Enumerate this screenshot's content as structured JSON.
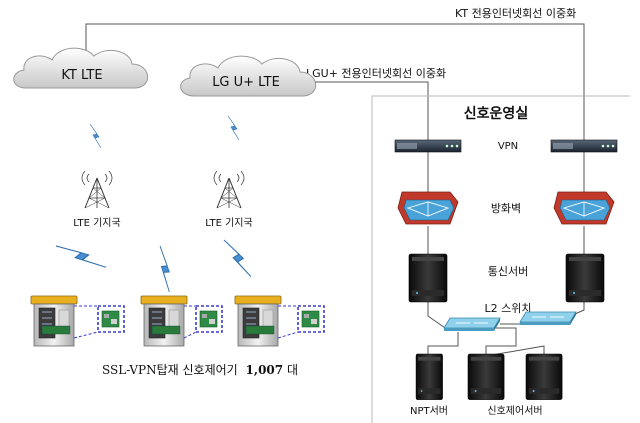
{
  "links": {
    "kt_dedicated_line": "KT 전용인터넷회선 이중화",
    "lgu_dedicated_line": "LGU+ 전용인터넷회선 이중화"
  },
  "clouds": {
    "kt": "KT LTE",
    "lgu": "LG U+ LTE"
  },
  "base_stations": {
    "left": "LTE 기지국",
    "right": "LTE 기지국"
  },
  "field": {
    "caption_prefix": "SSL-VPN탑재 신호제어기",
    "caption_count": "1,007",
    "caption_suffix": "대"
  },
  "control_room": {
    "title": "신호운영실",
    "vpn": "VPN",
    "firewall": "방화벽",
    "comm_server": "통신서버",
    "l2_switch": "L2 스위치",
    "npt_server": "NPT서버",
    "signal_server": "신호제어서버"
  },
  "colors": {
    "line": "#555555",
    "lightning": "#4a8fd0",
    "firewall": "#c0392b",
    "switch": "#7ec8e3",
    "server": "#1a1a1a",
    "cabinet_roof": "#e8b020",
    "panel_border": "#3a3ad0"
  }
}
